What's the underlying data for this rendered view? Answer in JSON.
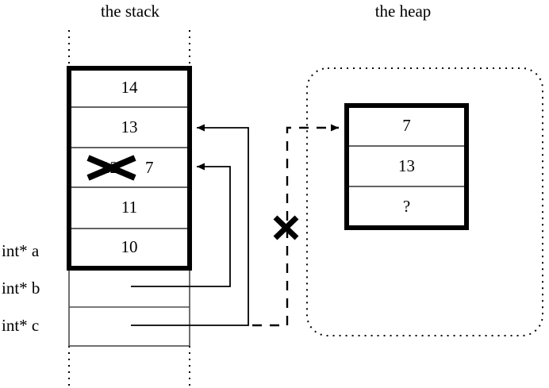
{
  "diagram": {
    "stack": {
      "title": "the stack",
      "frame_cells": [
        {
          "value": "14"
        },
        {
          "value": "13"
        },
        {
          "value": "12",
          "struck": true,
          "new_value": "7"
        },
        {
          "value": "11"
        },
        {
          "value": "10"
        }
      ],
      "variable_rows": [
        {
          "label": "int* a",
          "value": "10"
        },
        {
          "label": "int* b",
          "value": ""
        },
        {
          "label": "int* c",
          "value": ""
        }
      ],
      "boundary_style": "dotted"
    },
    "heap": {
      "title": "the heap",
      "region_style": "dotted-rounded",
      "cells": [
        {
          "value": "7"
        },
        {
          "value": "13"
        },
        {
          "value": "?"
        }
      ]
    },
    "pointers": [
      {
        "name": "b-to-stack-cell-12",
        "style": "solid",
        "target": "stack cell 3"
      },
      {
        "name": "c-to-stack-cell-13",
        "style": "solid",
        "target": "stack cell 2"
      },
      {
        "name": "c-to-heap-block",
        "style": "dashed",
        "target": "heap cell 1",
        "invalidated": true
      }
    ],
    "marks": [
      {
        "name": "strike-through-12",
        "glyph": "x-cross"
      },
      {
        "name": "invalidated-pointer-cross",
        "glyph": "x-cross"
      }
    ],
    "colors": {
      "stroke": "#000000",
      "cell_divider": "#4d4d4d",
      "background": "#ffffff"
    }
  }
}
